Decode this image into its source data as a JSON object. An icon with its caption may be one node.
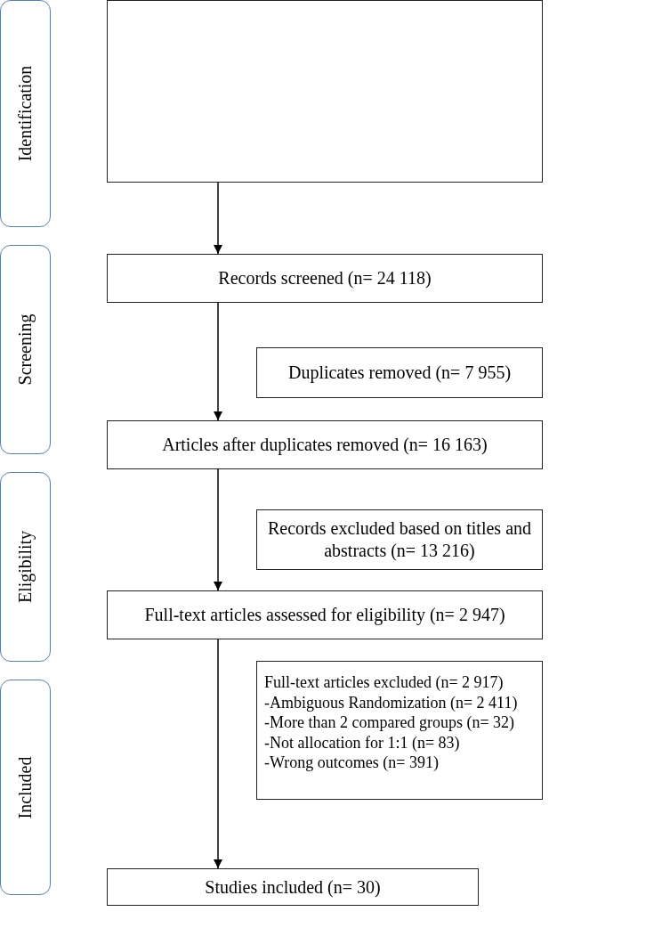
{
  "diagram": {
    "nodes": [
      {
        "text": [
          "Identification"
        ]
      },
      {
        "text": [
          "Screening"
        ]
      },
      {
        "text": [
          "Eligibility"
        ]
      },
      {
        "text": [
          "Included"
        ]
      },
      {
        "text": [],
        "shape": "box"
      },
      {
        "text": [
          "Records screened (n= 24 118)"
        ]
      },
      {
        "text": [
          "Duplicates removed (n= 7 955)"
        ]
      },
      {
        "text": [
          "Articles after duplicates removed (n= 16 163)"
        ]
      },
      {
        "text": [
          "Records excluded based on titles and abstracts (n= 13 216)"
        ]
      },
      {
        "text": [
          "Full-text articles assessed for eligibility (n= 2 947)"
        ]
      },
      {
        "text": [
          "Full-text articles excluded (n= 2 917)",
          "-Ambiguous Randomization (n= 2 411)",
          "-More than 2 compared groups (n= 32)",
          "-Not allocation for 1:1 (n= 83)",
          "-Wrong outcomes (n= 391)"
        ]
      },
      {
        "text": [
          "Studies included (n= 30)"
        ]
      }
    ],
    "edges": [
      {
        "from": 4,
        "to": 5,
        "arrow": "to"
      },
      {
        "from": 5,
        "to": 7,
        "arrow": "to"
      },
      {
        "from": 7,
        "to": 9,
        "arrow": "to"
      },
      {
        "from": 9,
        "to": 11,
        "arrow": "to"
      }
    ]
  }
}
